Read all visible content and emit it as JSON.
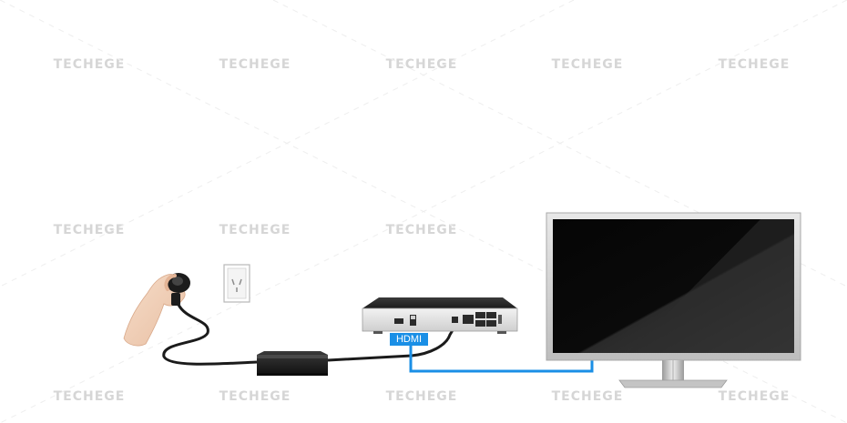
{
  "watermark": {
    "text": "TECHEGE",
    "color": "#d6d6d6"
  },
  "connection": {
    "label": "HDMI",
    "cable_color": "#1a8fe6"
  },
  "devices": [
    {
      "id": "hand-plug",
      "icon": "hand-holding-plug-icon"
    },
    {
      "id": "wall-socket",
      "icon": "wall-power-socket-icon"
    },
    {
      "id": "power-adapter",
      "icon": "power-adapter-box-icon"
    },
    {
      "id": "nvr",
      "icon": "nvr-recorder-icon"
    },
    {
      "id": "monitor",
      "icon": "tv-monitor-icon"
    }
  ]
}
